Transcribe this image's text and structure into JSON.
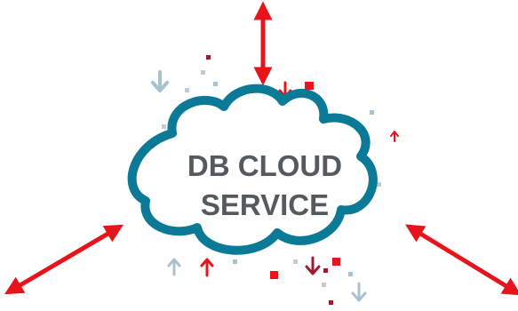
{
  "cloud": {
    "label_line1": "DB CLOUD",
    "label_line2": "SERVICE"
  },
  "colors": {
    "cloud_stroke": "#0a7a96",
    "label": "#555a5e",
    "arrow_red": "#e8141c",
    "dark_red": "#9e1b32",
    "light_blue": "#a9c2d0",
    "gray": "#c3cbd0"
  },
  "icons": {
    "connector_top": "double-headed-arrow-vertical",
    "connector_left": "double-headed-arrow-diagonal",
    "connector_right": "double-headed-arrow-diagonal",
    "decor": "small-down-up-arrows-and-squares"
  }
}
